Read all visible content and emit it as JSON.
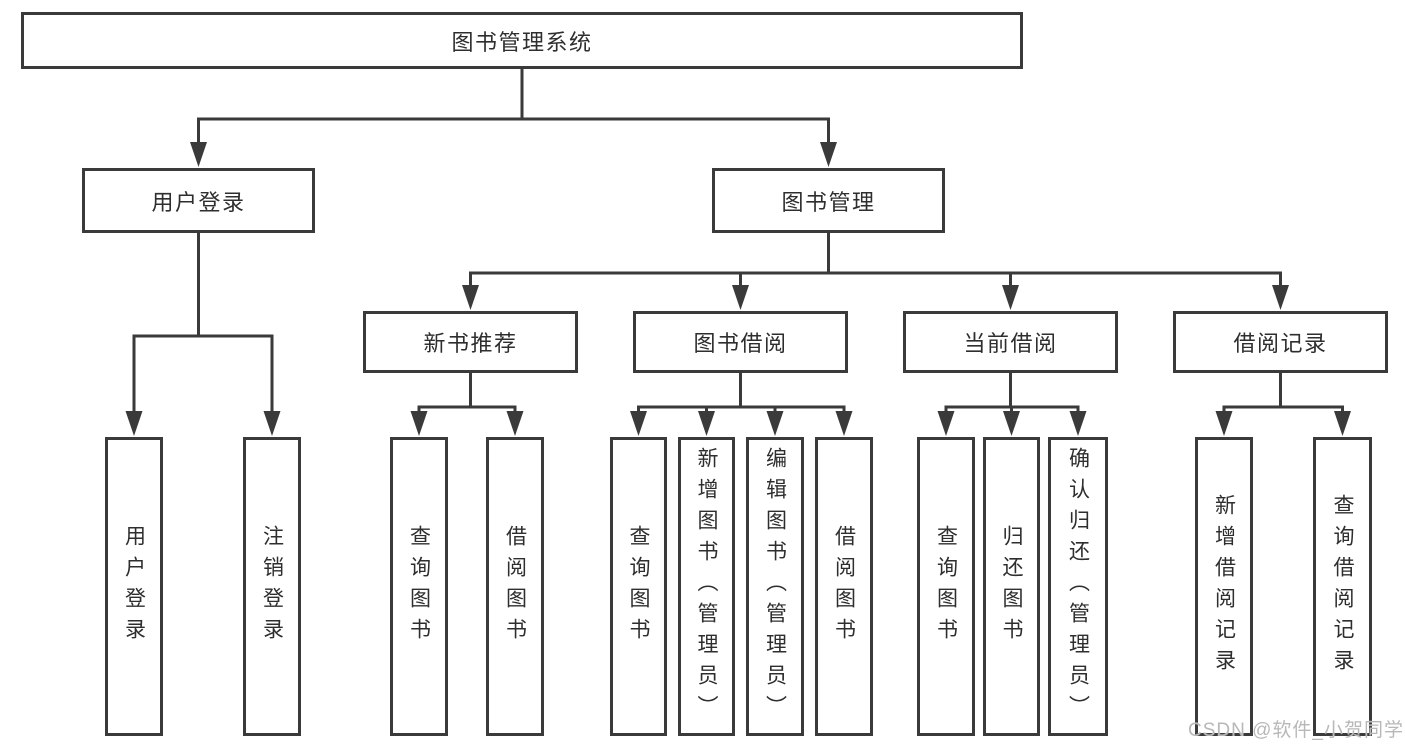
{
  "diagram": {
    "type": "hierarchy-tree",
    "title": "图书管理系统",
    "nodes": [
      {
        "id": "root",
        "parent": null,
        "label": "图书管理系统"
      },
      {
        "id": "user-login",
        "parent": "root",
        "label": "用户登录"
      },
      {
        "id": "book-mgmt",
        "parent": "root",
        "label": "图书管理"
      },
      {
        "id": "new-book-rec",
        "parent": "book-mgmt",
        "label": "新书推荐"
      },
      {
        "id": "book-borrow",
        "parent": "book-mgmt",
        "label": "图书借阅"
      },
      {
        "id": "current-borrow",
        "parent": "book-mgmt",
        "label": "当前借阅"
      },
      {
        "id": "borrow-records",
        "parent": "book-mgmt",
        "label": "借阅记录"
      },
      {
        "id": "ul-login",
        "parent": "user-login",
        "label": "用户登录"
      },
      {
        "id": "ul-logout",
        "parent": "user-login",
        "label": "注销登录"
      },
      {
        "id": "nbr-query",
        "parent": "new-book-rec",
        "label": "查询图书"
      },
      {
        "id": "nbr-borrow",
        "parent": "new-book-rec",
        "label": "借阅图书"
      },
      {
        "id": "bb-query",
        "parent": "book-borrow",
        "label": "查询图书"
      },
      {
        "id": "bb-add",
        "parent": "book-borrow",
        "label": "新增图书（管理员）"
      },
      {
        "id": "bb-edit",
        "parent": "book-borrow",
        "label": "编辑图书（管理员）"
      },
      {
        "id": "bb-borrow",
        "parent": "book-borrow",
        "label": "借阅图书"
      },
      {
        "id": "cb-query",
        "parent": "current-borrow",
        "label": "查询图书"
      },
      {
        "id": "cb-return",
        "parent": "current-borrow",
        "label": "归还图书"
      },
      {
        "id": "cb-confirm",
        "parent": "current-borrow",
        "label": "确认归还（管理员）"
      },
      {
        "id": "br-add",
        "parent": "borrow-records",
        "label": "新增借阅记录"
      },
      {
        "id": "br-query",
        "parent": "borrow-records",
        "label": "查询借阅记录"
      }
    ],
    "watermark": "CSDN @软件_小贺同学"
  },
  "colors": {
    "line": "#3a3a3a",
    "box_border": "#3a3a3a",
    "text": "#2e2e2e",
    "watermark": "#b8b8b8",
    "background": "#ffffff"
  }
}
